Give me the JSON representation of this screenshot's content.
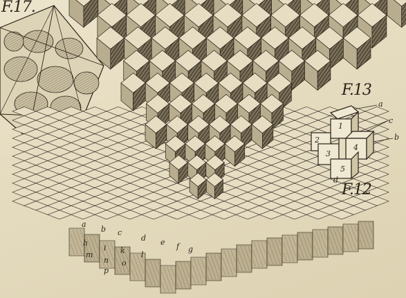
{
  "plate": {
    "figures": [
      {
        "id": "fig17",
        "label": "F.17."
      },
      {
        "id": "fig13",
        "label": "F.13"
      },
      {
        "id": "fig12",
        "label": "F.12"
      }
    ],
    "fig13_face_numbers": [
      "1",
      "2",
      "3",
      "4",
      "5"
    ],
    "fig13_letters": [
      "a",
      "c",
      "b",
      "d"
    ],
    "base_row_letters": [
      "a",
      "b",
      "c",
      "d",
      "e",
      "f",
      "g",
      "h",
      "i",
      "k",
      "l",
      "m",
      "n",
      "o",
      "p"
    ],
    "colors": {
      "paper": "#e9e1c8",
      "ink": "#2a2218",
      "cube_top": "#e6ddc3",
      "cube_left": "#b9ad8f",
      "cube_right": "#6d6350"
    }
  }
}
